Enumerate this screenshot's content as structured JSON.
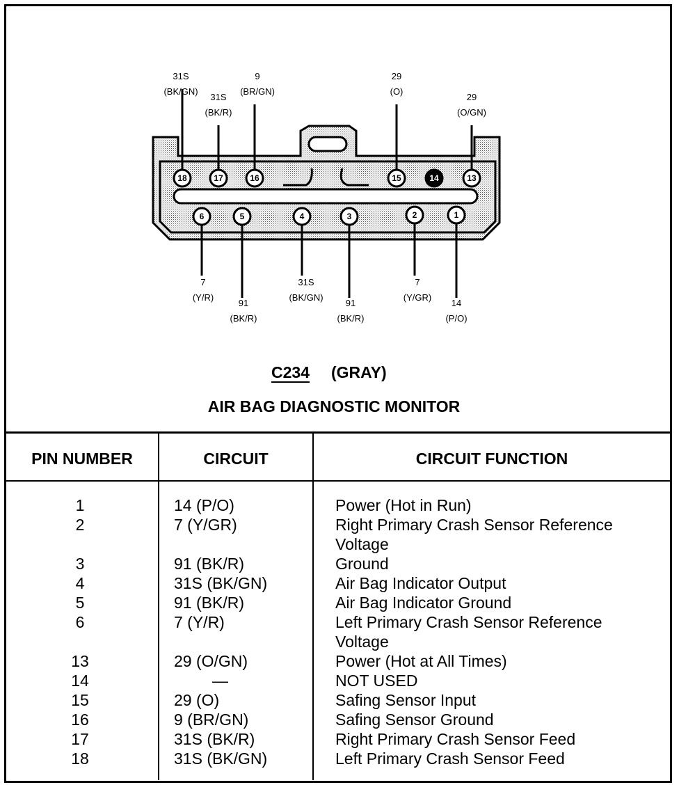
{
  "connector": {
    "id": "C234",
    "color": "(GRAY)",
    "title": "AIR BAG DIAGNOSTIC MONITOR"
  },
  "pins_top": [
    {
      "pin": "18",
      "circuit": "31S",
      "wire": "(BK/GN)"
    },
    {
      "pin": "17",
      "circuit": "31S",
      "wire": "(BK/R)"
    },
    {
      "pin": "16",
      "circuit": "9",
      "wire": "(BR/GN)"
    },
    {
      "pin": "15",
      "circuit": "29",
      "wire": "(O)"
    },
    {
      "pin": "14",
      "circuit": "",
      "wire": ""
    },
    {
      "pin": "13",
      "circuit": "29",
      "wire": "(O/GN)"
    }
  ],
  "pins_bottom": [
    {
      "pin": "6",
      "circuit": "7",
      "wire": "(Y/R)"
    },
    {
      "pin": "5",
      "circuit": "91",
      "wire": "(BK/R)"
    },
    {
      "pin": "4",
      "circuit": "31S",
      "wire": "(BK/GN)"
    },
    {
      "pin": "3",
      "circuit": "91",
      "wire": "(BK/R)"
    },
    {
      "pin": "2",
      "circuit": "7",
      "wire": "(Y/GR)"
    },
    {
      "pin": "1",
      "circuit": "14",
      "wire": "(P/O)"
    }
  ],
  "table": {
    "headers": [
      "PIN NUMBER",
      "CIRCUIT",
      "CIRCUIT FUNCTION"
    ],
    "rows": [
      {
        "pin": "1",
        "circuit": "14 (P/O)",
        "function": [
          "Power (Hot in Run)"
        ]
      },
      {
        "pin": "2",
        "circuit": "7 (Y/GR)",
        "function": [
          "Right Primary Crash Sensor Reference",
          "Voltage"
        ]
      },
      {
        "pin": "3",
        "circuit": "91 (BK/R)",
        "function": [
          "Ground"
        ]
      },
      {
        "pin": "4",
        "circuit": "31S (BK/GN)",
        "function": [
          "Air Bag Indicator Output"
        ]
      },
      {
        "pin": "5",
        "circuit": "91 (BK/R)",
        "function": [
          "Air Bag Indicator Ground"
        ]
      },
      {
        "pin": "6",
        "circuit": "7 (Y/R)",
        "function": [
          "Left Primary Crash Sensor Reference",
          "Voltage"
        ]
      },
      {
        "pin": "13",
        "circuit": "29 (O/GN)",
        "function": [
          "Power (Hot at All Times)"
        ]
      },
      {
        "pin": "14",
        "circuit": "—",
        "function": [
          "NOT USED"
        ]
      },
      {
        "pin": "15",
        "circuit": "29 (O)",
        "function": [
          "Safing Sensor Input"
        ]
      },
      {
        "pin": "16",
        "circuit": "9 (BR/GN)",
        "function": [
          "Safing Sensor Ground"
        ]
      },
      {
        "pin": "17",
        "circuit": "31S (BK/R)",
        "function": [
          "Right Primary Crash Sensor Feed"
        ]
      },
      {
        "pin": "18",
        "circuit": "31S (BK/GN)",
        "function": [
          "Left Primary Crash Sensor Feed"
        ]
      }
    ]
  }
}
